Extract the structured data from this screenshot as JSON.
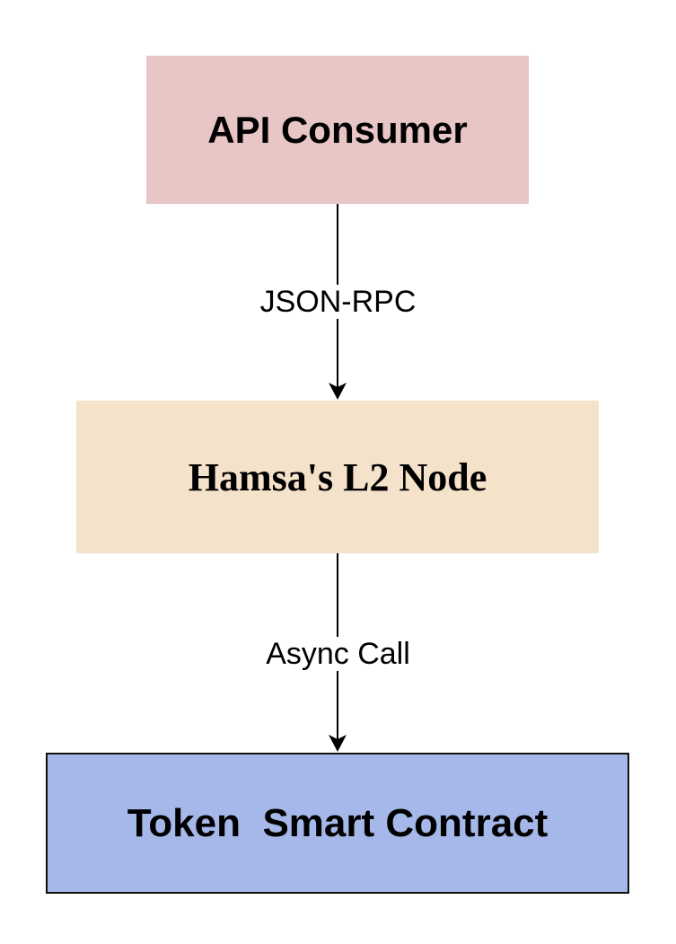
{
  "nodes": {
    "api_consumer": {
      "label": "API Consumer",
      "fill": "#e8c6c5"
    },
    "l2_node": {
      "label": "Hamsa's L2 Node",
      "fill": "#f5e2ca"
    },
    "token_contract": {
      "label": "Token  Smart Contract",
      "fill": "#a5b8e9",
      "border": "#111111"
    }
  },
  "edges": {
    "consumer_to_node": {
      "label": "JSON-RPC"
    },
    "node_to_contract": {
      "label": "Async Call"
    }
  }
}
